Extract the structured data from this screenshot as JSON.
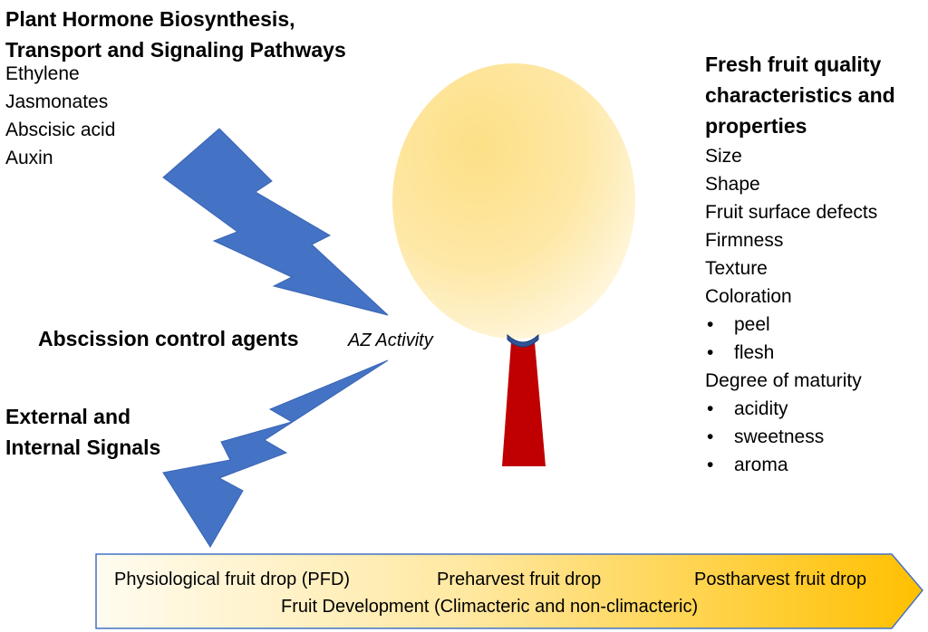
{
  "left_panel": {
    "title_line1": "Plant Hormone Biosynthesis,",
    "title_line2": "Transport and Signaling Pathways",
    "hormones": [
      "Ethylene",
      "Jasmonates",
      "Abscisic acid",
      "Auxin"
    ]
  },
  "abscission_label": "Abscission control agents",
  "az_label": "AZ Activity",
  "signals": {
    "line1": "External and",
    "line2": "Internal Signals"
  },
  "right_panel": {
    "title_line1": "Fresh fruit quality",
    "title_line2": "characteristics and",
    "title_line3": "properties",
    "items": [
      {
        "text": "Size",
        "bullet": false
      },
      {
        "text": "Shape",
        "bullet": false
      },
      {
        "text": "Fruit surface defects",
        "bullet": false
      },
      {
        "text": "Firmness",
        "bullet": false
      },
      {
        "text": "Texture",
        "bullet": false
      },
      {
        "text": "Coloration",
        "bullet": false
      },
      {
        "text": "peel",
        "bullet": true
      },
      {
        "text": "flesh",
        "bullet": true
      },
      {
        "text": "Degree of maturity",
        "bullet": false
      },
      {
        "text": "acidity",
        "bullet": true
      },
      {
        "text": "sweetness",
        "bullet": true
      },
      {
        "text": "aroma",
        "bullet": true
      }
    ]
  },
  "timeline": {
    "stage1": "Physiological fruit drop (PFD)",
    "stage2": "Preharvest fruit drop",
    "stage3": "Postharvest fruit drop",
    "development": "Fruit Development (Climacteric and non-climacteric)"
  },
  "colors": {
    "bolt": "#4472C4",
    "fruit_light": "#FFF6DC",
    "fruit_dark": "#FDDF86",
    "stem": "#C00000",
    "cap": "#2F5597",
    "arrow_start": "#FFFBEA",
    "arrow_end": "#FFC000",
    "outline": "#4472C4"
  }
}
